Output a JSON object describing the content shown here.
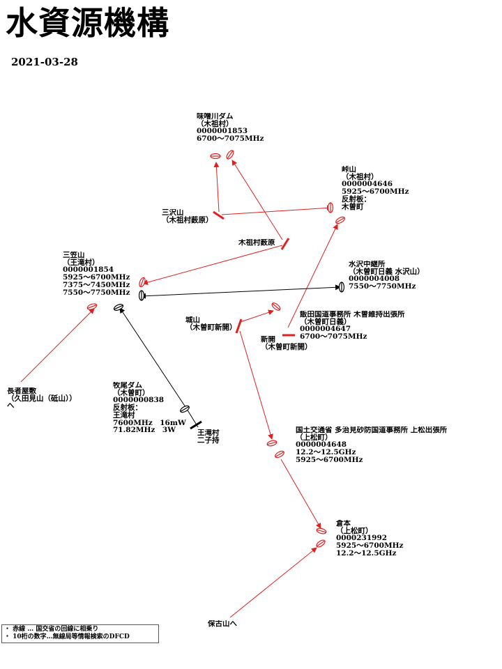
{
  "title": "水資源機構",
  "date": "2021-03-28",
  "stations": {
    "mizoreyo": {
      "name": "味噌川ダム",
      "sub": "（木祖村）",
      "code": "0000001853",
      "freq": "6700～7075MHz"
    },
    "touge": {
      "name": "峠山",
      "sub": "（木祖村）",
      "code": "0000004646",
      "freq": "5925～6700MHz",
      "note1": "反射板：",
      "note2": "木曽町"
    },
    "sanzawa": {
      "name": "三沢山",
      "sub": "（木祖村薮原）"
    },
    "kisoyabuhara": {
      "name": "木祖村薮原"
    },
    "mikasa": {
      "name": "三笠山",
      "sub": "（王滝村）",
      "code": "0000001854",
      "f1": "5925～6700MHz",
      "f2": "7375～7450MHz",
      "f3": "7550～7750MHz"
    },
    "mizusawa": {
      "name": "水沢中継所",
      "sub": "（木曽町日義 水沢山）",
      "code": "0000004008",
      "freq": "7550～7750MHz"
    },
    "iida": {
      "name": "飯田国道事務所 木曽維持出張所",
      "sub": "（木曽町日義）",
      "code": "0000004647",
      "freq": "6700～7075MHz"
    },
    "shiroyama": {
      "name": "城山",
      "sub": "（木曽町新開）"
    },
    "shinkai": {
      "name": "新開",
      "sub": "（木曽町新開）"
    },
    "nagaya": {
      "name": "長者屋敷",
      "sub": "（久田見山（砥山））",
      "dir": "へ"
    },
    "makio": {
      "name": "牧尾ダム",
      "sub": "（木曽町）",
      "code": "0000000838",
      "note1": "反射板：",
      "note2": "王滝村",
      "p1": "7600MHz　16mW",
      "p2": "71.82MHz　3W"
    },
    "otaki": {
      "name": "王滝村",
      "sub": "二子持"
    },
    "tajimi": {
      "name": "国土交通省 多治見砂防国道事務所 上松出張所",
      "sub": "（上松町）",
      "code": "0000004648",
      "f1": "12.2～12.5GHz",
      "f2": "5925～6700MHz"
    },
    "kuramoto": {
      "name": "倉本",
      "sub": "（上松町）",
      "code": "0000231992",
      "f1": "5925～6700MHz",
      "f2": "12.2～12.5GHz"
    },
    "hokoyama": {
      "name": "保古山へ"
    }
  },
  "legend": {
    "item1": "・ 赤線 … 国交省の回線に相乗り",
    "item2": "・ 10桁の数字…無線局等情報検索のDFCD"
  },
  "colors": {
    "red": "#e02020",
    "black": "#000000"
  }
}
